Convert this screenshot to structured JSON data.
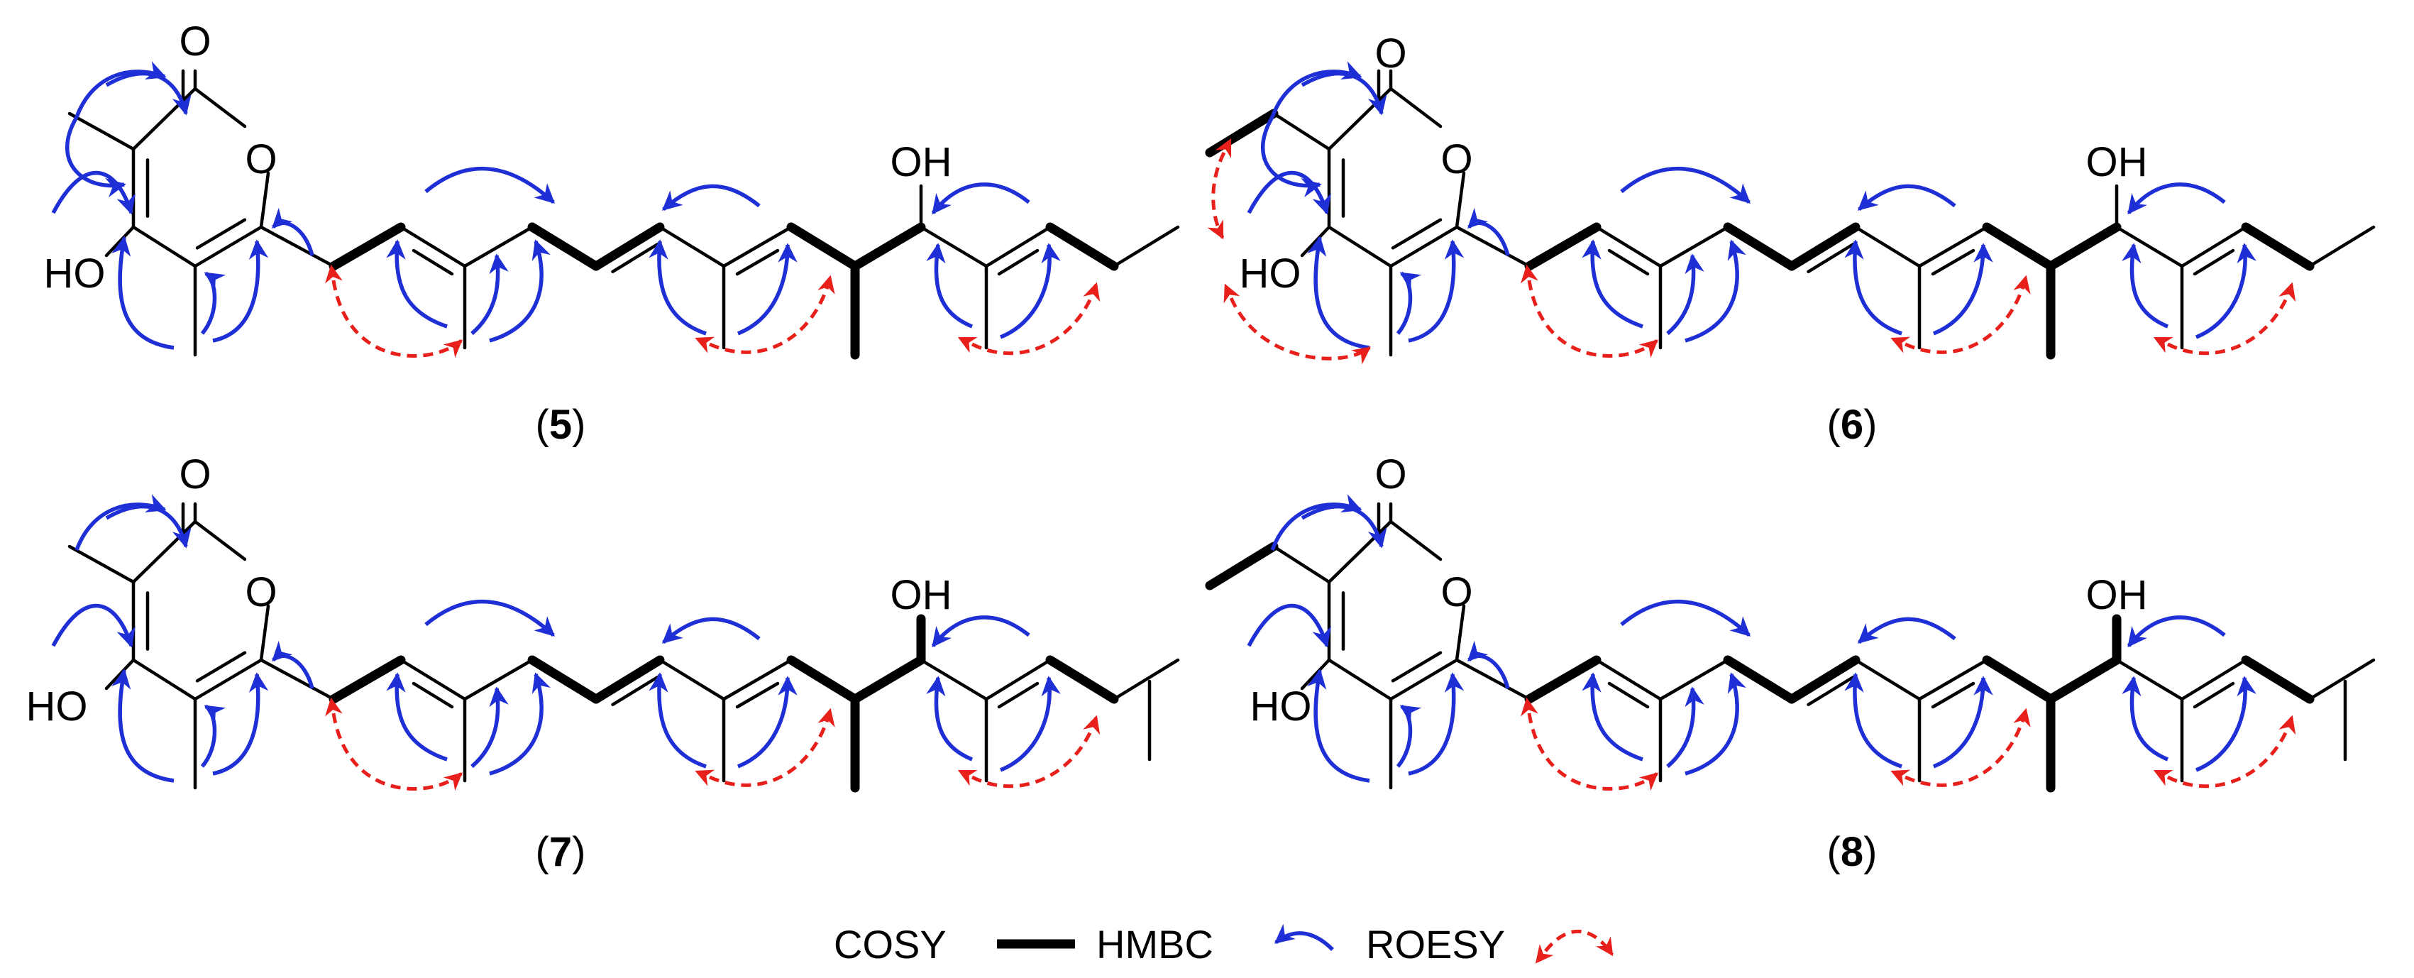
{
  "colors": {
    "bond": "#000000",
    "hmbc": "#1f2fd6",
    "roesy": "#e8201b"
  },
  "atoms": {
    "carbonyl_o": "O",
    "ring_o": "O",
    "ho": "HO",
    "oh": "OH"
  },
  "compounds": [
    {
      "num": "5",
      "open": "(",
      "close": ")"
    },
    {
      "num": "6",
      "open": "(",
      "close": ")"
    },
    {
      "num": "7",
      "open": "(",
      "close": ")"
    },
    {
      "num": "8",
      "open": "(",
      "close": ")"
    }
  ],
  "legend": {
    "cosy": "COSY",
    "hmbc": "HMBC",
    "roesy": "ROESY"
  }
}
